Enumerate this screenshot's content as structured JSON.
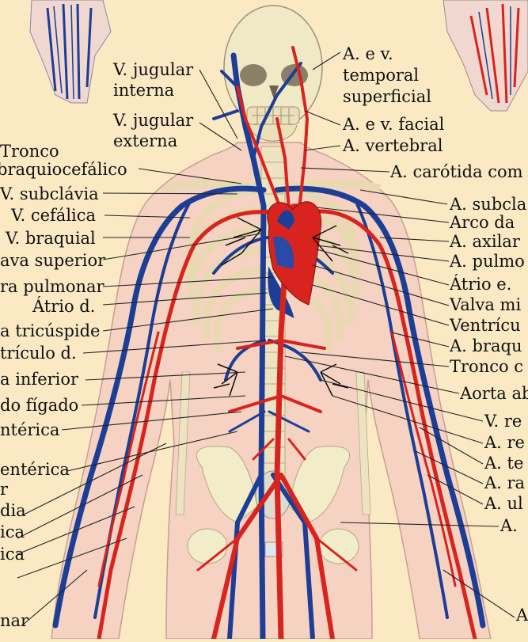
{
  "labels": {
    "l01": "V. jugular",
    "l02": "interna",
    "l03": "V. jugular",
    "l04": "externa",
    "l05": "Tronco",
    "l06": "braquiocefálico",
    "l07": "V. subclávia",
    "l08": "V. cefálica",
    "l09": "V. braquial",
    "l10": "ava superior",
    "l11": "ra pulmonar",
    "l12": "Átrio d.",
    "l13": "a tricúspide",
    "l14": "trículo d.",
    "l15": "a inferior",
    "l16": "do fígado",
    "l17": "ntérica",
    "l18": "entérica",
    "l19": "r",
    "l20": "dia",
    "l21": "ica",
    "l22": "ica",
    "l23": "nar",
    "r01": "A. e v.",
    "r02": "temporal",
    "r03": "superficial",
    "r04": "A. e v. facial",
    "r05": "A. vertebral",
    "r06": "A. carótida com",
    "r07": "A. subcla",
    "r08": "Arco da",
    "r09": "A. axilar",
    "r10": "A. pulmo",
    "r11": "Átrio e.",
    "r12": "Valva mi",
    "r13": "Ventrícu",
    "r14": "A. braqu",
    "r15": "Tronco c",
    "r16": "Aorta ab",
    "r17": "V. re",
    "r18": "A. re",
    "r19": "A. te",
    "r20": "A. ra",
    "r21": "A. ul",
    "r22": "A.",
    "r23": "A"
  },
  "colors": {
    "background": "#fbe9c4",
    "body": "#f5d2c2",
    "bone": "#f1e8c6",
    "artery": "#d8231f",
    "vein": "#1c3e96",
    "heart": "#d8231f"
  }
}
